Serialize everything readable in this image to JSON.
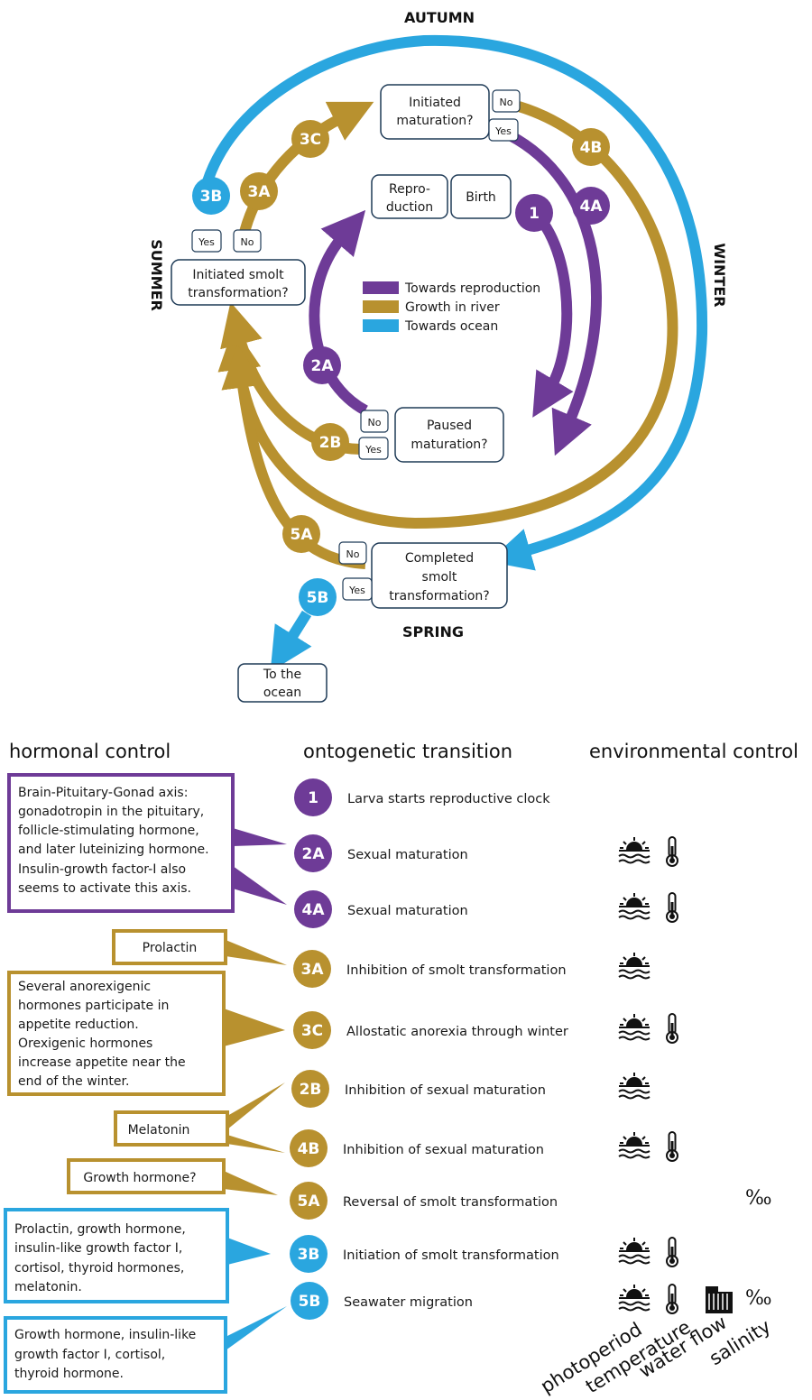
{
  "colors": {
    "purple": "#6e3b97",
    "gold": "#b8912f",
    "blue": "#2aa6df"
  },
  "seasons": {
    "top": "AUTUMN",
    "right": "WINTER",
    "bottom": "SPRING",
    "left": "SUMMER"
  },
  "legend": [
    {
      "label": "Towards reproduction",
      "color": "#6e3b97"
    },
    {
      "label": "Growth in river",
      "color": "#b8912f"
    },
    {
      "label": "Towards ocean",
      "color": "#2aa6df"
    }
  ],
  "boxes": {
    "initiated_maturation": [
      "Initiated",
      "maturation?"
    ],
    "reproduction": [
      "Repro-",
      "duction"
    ],
    "birth": "Birth",
    "initiated_smolt": [
      "Initiated smolt",
      "transformation?"
    ],
    "paused_maturation": [
      "Paused",
      "maturation?"
    ],
    "completed_smolt": [
      "Completed",
      "smolt",
      "transformation?"
    ],
    "to_ocean": [
      "To the",
      "ocean"
    ]
  },
  "answers": {
    "yes": "Yes",
    "no": "No"
  },
  "cycle_markers": [
    "1",
    "2A",
    "2B",
    "3A",
    "3B",
    "3C",
    "4A",
    "4B",
    "5A",
    "5B"
  ],
  "columns": {
    "hormonal": "hormonal control",
    "transition": "ontogenetic transition",
    "environmental": "environmental control"
  },
  "transitions": [
    {
      "id": "1",
      "label": "Larva starts reproductive clock",
      "color": "purple",
      "env": []
    },
    {
      "id": "2A",
      "label": "Sexual maturation",
      "color": "purple",
      "env": [
        "photoperiod-icon",
        "thermometer-icon"
      ]
    },
    {
      "id": "4A",
      "label": "Sexual maturation",
      "color": "purple",
      "env": [
        "photoperiod-icon",
        "thermometer-icon"
      ]
    },
    {
      "id": "3A",
      "label": "Inhibition of smolt transformation",
      "color": "gold",
      "env": [
        "photoperiod-icon"
      ]
    },
    {
      "id": "3C",
      "label": "Allostatic anorexia through winter",
      "color": "gold",
      "env": [
        "photoperiod-icon",
        "thermometer-icon"
      ]
    },
    {
      "id": "2B",
      "label": "Inhibition of sexual maturation",
      "color": "gold",
      "env": [
        "photoperiod-icon"
      ]
    },
    {
      "id": "4B",
      "label": "Inhibition of sexual maturation",
      "color": "gold",
      "env": [
        "photoperiod-icon",
        "thermometer-icon"
      ]
    },
    {
      "id": "5A",
      "label": "Reversal of smolt transformation",
      "color": "gold",
      "env": [
        "salinity-icon"
      ]
    },
    {
      "id": "3B",
      "label": "Initiation of smolt transformation",
      "color": "blue",
      "env": [
        "photoperiod-icon",
        "thermometer-icon"
      ]
    },
    {
      "id": "5B",
      "label": "Seawater migration",
      "color": "blue",
      "env": [
        "photoperiod-icon",
        "thermometer-icon",
        "waterflow-icon",
        "salinity-icon"
      ]
    }
  ],
  "hormones": [
    {
      "lines": [
        "Brain-Pituitary-Gonad axis:",
        "gonadotropin in the pituitary,",
        "follicle-stimulating hormone,",
        "and later luteinizing hormone.",
        "Insulin-growth factor-I also",
        "seems to activate this axis."
      ],
      "color": "purple"
    },
    {
      "lines": [
        "Prolactin"
      ],
      "color": "gold"
    },
    {
      "lines": [
        "Several anorexigenic",
        "hormones participate in",
        "appetite reduction.",
        "Orexigenic hormones",
        "increase appetite near the",
        "end of the winter."
      ],
      "color": "gold"
    },
    {
      "lines": [
        "Melatonin"
      ],
      "color": "gold"
    },
    {
      "lines": [
        "Growth hormone?"
      ],
      "color": "gold"
    },
    {
      "lines": [
        "Prolactin, growth hormone,",
        "insulin-like growth factor I,",
        "cortisol, thyroid hormones,",
        "melatonin."
      ],
      "color": "blue"
    },
    {
      "lines": [
        "Growth hormone, insulin-like",
        "growth factor I, cortisol,",
        "thyroid hormone."
      ],
      "color": "blue"
    }
  ],
  "salinity_symbol": "‰",
  "env_axis_labels": [
    "photoperiod",
    "temperature",
    "water flow",
    "salinity"
  ]
}
